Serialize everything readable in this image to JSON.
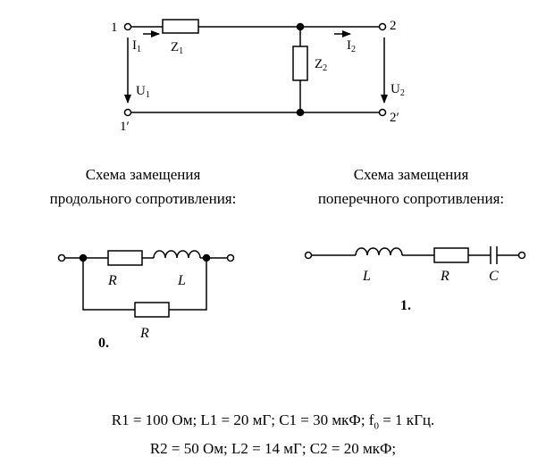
{
  "top_circuit": {
    "node1": "1",
    "node1p": "1′",
    "node2": "2",
    "node2p": "2′",
    "I1": "I",
    "I1_sub": "1",
    "U1": "U",
    "U1_sub": "1",
    "Z1": "Z",
    "Z1_sub": "1",
    "Z2": "Z",
    "Z2_sub": "2",
    "I2": "I",
    "I2_sub": "2",
    "U2": "U",
    "U2_sub": "2"
  },
  "captions": {
    "left_line1": "Схема замещения",
    "left_line2": "продольного сопротивления:",
    "right_line1": "Схема замещения",
    "right_line2": "поперечного сопротивления:"
  },
  "scheme0": {
    "R_top": "R",
    "L": "L",
    "R_bottom": "R",
    "number": "0."
  },
  "scheme1": {
    "L": "L",
    "R": "R",
    "C": "C",
    "number": "1."
  },
  "params": {
    "line1": "R1 = 100 Ом; L1 = 20 мГ; C1 = 30 мкФ; f",
    "line1_sub": "0",
    "line1_tail": " = 1 кГц.",
    "line2": "R2 = 50 Ом; L2 = 14 мГ; C2 = 20 мкФ;"
  }
}
